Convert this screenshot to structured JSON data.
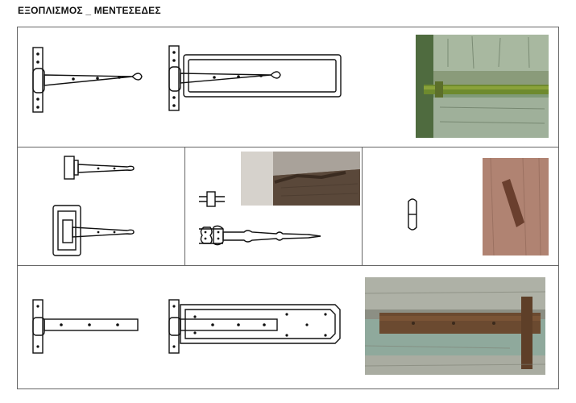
{
  "page": {
    "title": "ΕΞΟΠΛΙΣΜΟΣ _ ΜΕΝΤΕΣΕΔΕΣ"
  },
  "sections": [
    {
      "id": "row-1",
      "contents": [
        "tee-hinge-drawing",
        "tee-hinge-on-board-drawing",
        "green-shutter-hinge-photo"
      ]
    },
    {
      "id": "row-2",
      "contents": [
        "small-tee-hinges-drawing",
        "ornate-strap-hinge-drawing",
        "corner-hinge-photo",
        "pin-hinge-drawing",
        "pin-hinge-photo"
      ]
    },
    {
      "id": "row-3",
      "contents": [
        "long-strap-hinge-drawing",
        "long-strap-hinge-on-board-drawing",
        "rusty-strap-hinge-photo"
      ]
    }
  ],
  "colors": {
    "line": "#111111",
    "frame": "#666666",
    "photo_green": "#6f8f5e",
    "photo_rust": "#7a4a2a",
    "photo_wood": "#8a7f73"
  }
}
